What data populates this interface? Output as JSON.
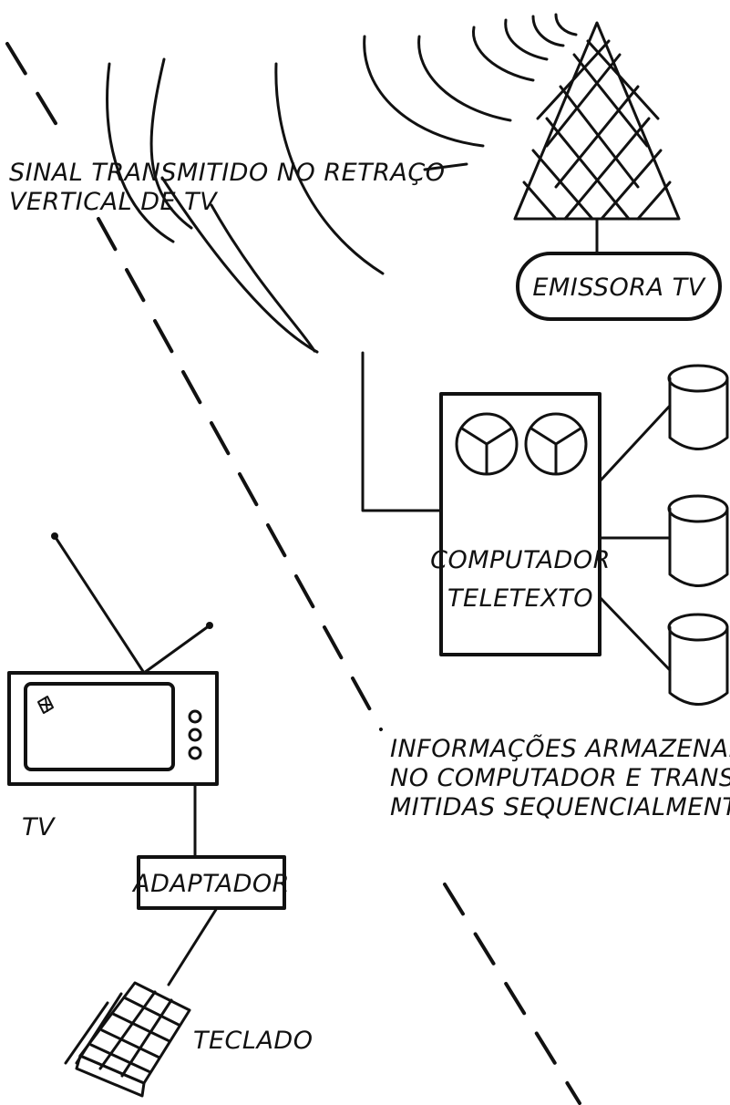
{
  "labels": {
    "signal_line1": "SINAL TRANSMITIDO NO RETRAÇO",
    "signal_line2": "VERTICAL DE TV",
    "station": "EMISSORA TV",
    "computer_line1": "COMPUTADOR",
    "computer_line2": "TELETEXTO",
    "info_line1": "INFORMAÇÕES ARMAZENADAS",
    "info_line2": "NO COMPUTADOR E TRANS-",
    "info_line3": "MITIDAS SEQUENCIALMENTE",
    "tv": "TV",
    "adapter": "ADAPTADOR",
    "keyboard": "TECLADO"
  },
  "icons": {
    "tower": "transmission-tower-icon",
    "signal": "radio-waves-icon",
    "computer": "computer-with-tape-reels-icon",
    "storage": "disk-storage-icon",
    "television": "television-icon",
    "keyboard": "keyboard-icon"
  },
  "colors": {
    "ink": "#111111",
    "paper": "#ffffff"
  }
}
